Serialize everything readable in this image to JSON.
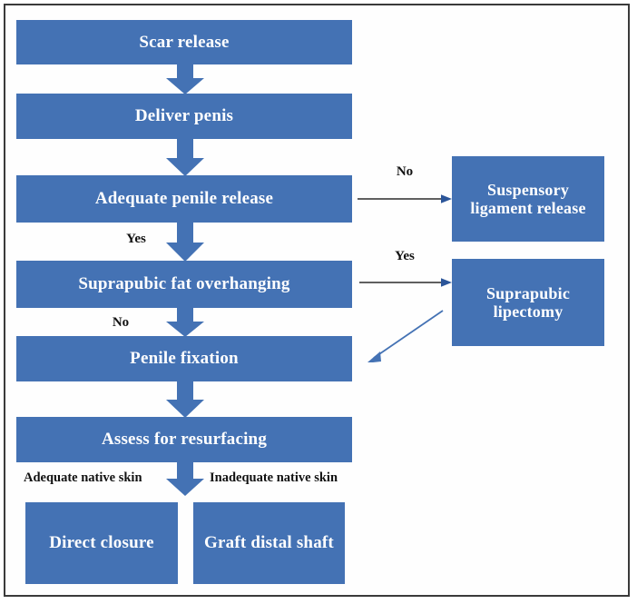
{
  "diagram": {
    "title": "Penile reconstruction surgical algorithm flowchart",
    "colors": {
      "node_fill": "#4472b4",
      "node_text": "#ffffff",
      "label_text": "#111111",
      "arrow_dark": "#2b2b2b",
      "arrow_blue": "#4472b4",
      "frame_border": "#3a3a3a",
      "background": "#ffffff"
    },
    "nodes": [
      {
        "id": "scar-release",
        "label": "Scar release"
      },
      {
        "id": "deliver-penis",
        "label": "Deliver penis"
      },
      {
        "id": "adequate-penile-release",
        "label": "Adequate penile release"
      },
      {
        "id": "suprapubic-fat-overhanging",
        "label": "Suprapubic fat overhanging"
      },
      {
        "id": "penile-fixation",
        "label": "Penile fixation"
      },
      {
        "id": "assess-for-resurfacing",
        "label": "Assess for resurfacing"
      },
      {
        "id": "direct-closure",
        "label": "Direct closure"
      },
      {
        "id": "graft-distal-shaft",
        "label": "Graft distal shaft"
      },
      {
        "id": "suspensory-ligament-release",
        "label": "Suspensory ligament release"
      },
      {
        "id": "suprapubic-lipectomy",
        "label": "Suprapubic lipectomy"
      }
    ],
    "edge_labels": {
      "no_to_suspensory": "No",
      "yes_to_suprapubic_fat": "Yes",
      "yes_to_lipectomy": "Yes",
      "no_to_penile_fixation": "No",
      "adequate_native_skin": "Adequate native skin",
      "inadequate_native_skin": "Inadequate native skin"
    }
  }
}
